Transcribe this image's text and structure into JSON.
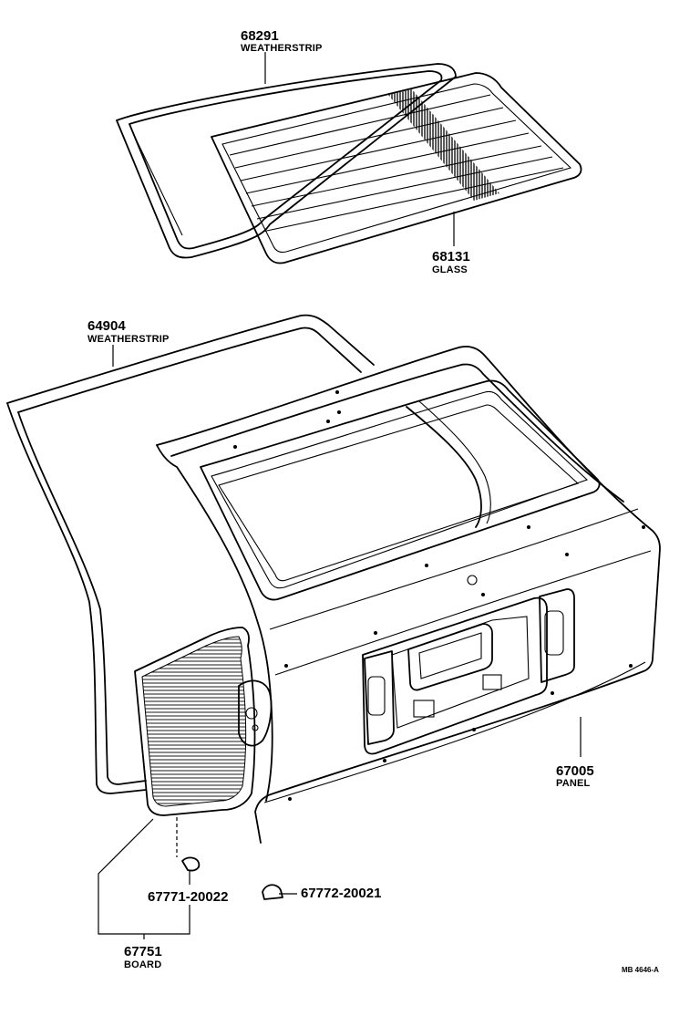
{
  "diagram": {
    "parts": [
      {
        "id": "weatherstrip_upper",
        "number": "68291",
        "name": "WEATHERSTRIP"
      },
      {
        "id": "glass",
        "number": "68131",
        "name": "GLASS"
      },
      {
        "id": "weatherstrip_lower",
        "number": "64904",
        "name": "WEATHERSTRIP"
      },
      {
        "id": "panel",
        "number": "67005",
        "name": "PANEL"
      },
      {
        "id": "clip",
        "number": "67771-20022",
        "name": ""
      },
      {
        "id": "clip2",
        "number": "67772-20021",
        "name": ""
      },
      {
        "id": "board",
        "number": "67751",
        "name": "BOARD"
      }
    ],
    "reference_code": "MB 4646-A"
  }
}
